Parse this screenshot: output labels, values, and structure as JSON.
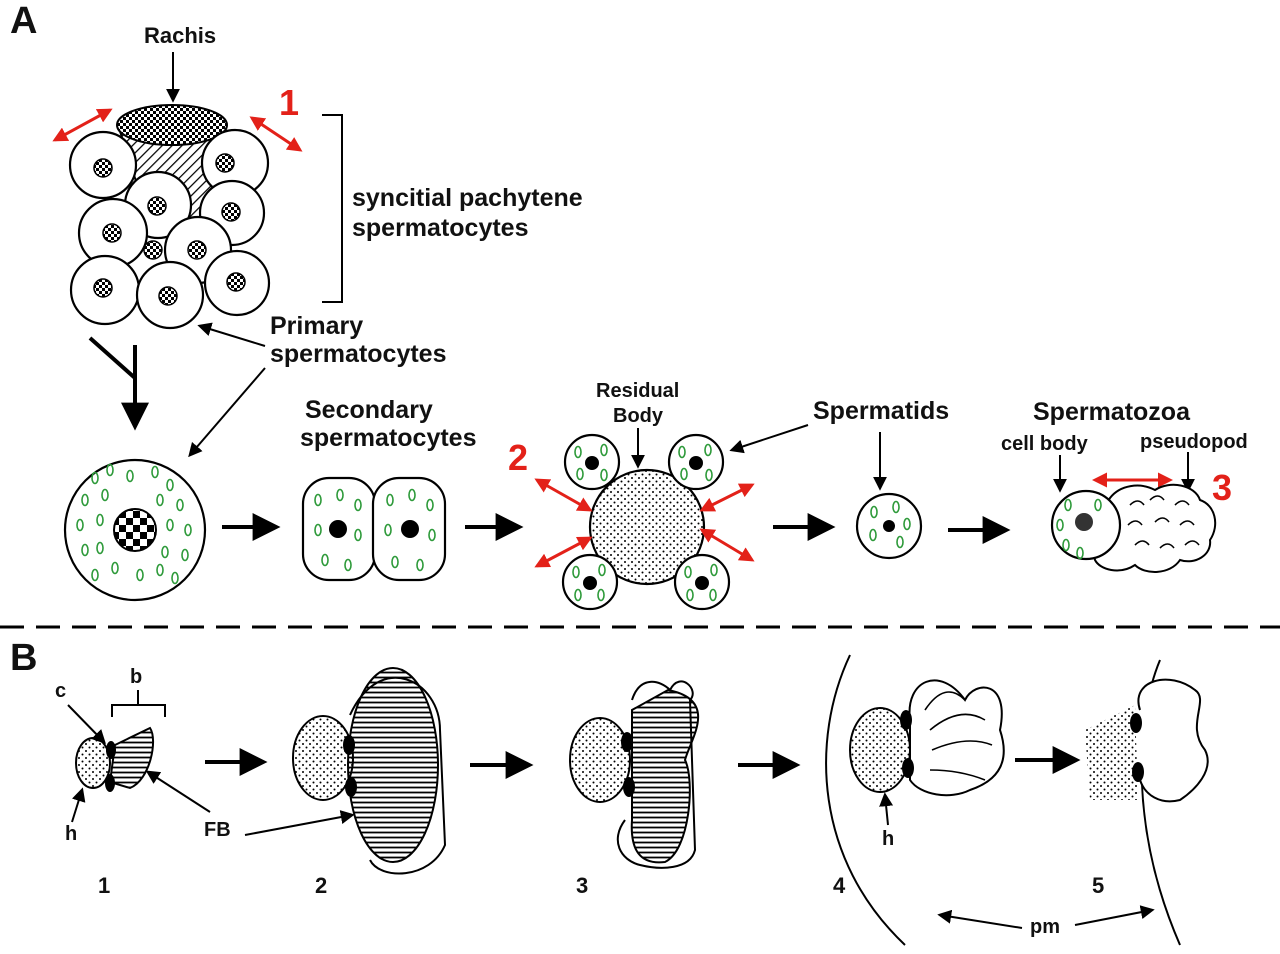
{
  "panel_a": {
    "label": "A",
    "rachis": "Rachis",
    "syncitial_line1": "syncitial pachytene",
    "syncitial_line2": "spermatocytes",
    "primary_line1": "Primary",
    "primary_line2": "spermatocytes",
    "secondary_line1": "Secondary",
    "secondary_line2": "spermatocytes",
    "residual_line1": "Residual",
    "residual_line2": "Body",
    "spermatids": "Spermatids",
    "spermatozoa": "Spermatozoa",
    "cell_body": "cell body",
    "pseudopod": "pseudopod",
    "marker_1": "1",
    "marker_2": "2",
    "marker_3": "3"
  },
  "panel_b": {
    "label": "B",
    "c": "c",
    "b": "b",
    "h1": "h",
    "h2": "h",
    "fb": "FB",
    "pm": "pm",
    "stages": [
      "1",
      "2",
      "3",
      "4",
      "5"
    ]
  },
  "colors": {
    "marker_red": "#e32119",
    "organelle_green": "#2e9a3a",
    "outline": "#000000"
  }
}
